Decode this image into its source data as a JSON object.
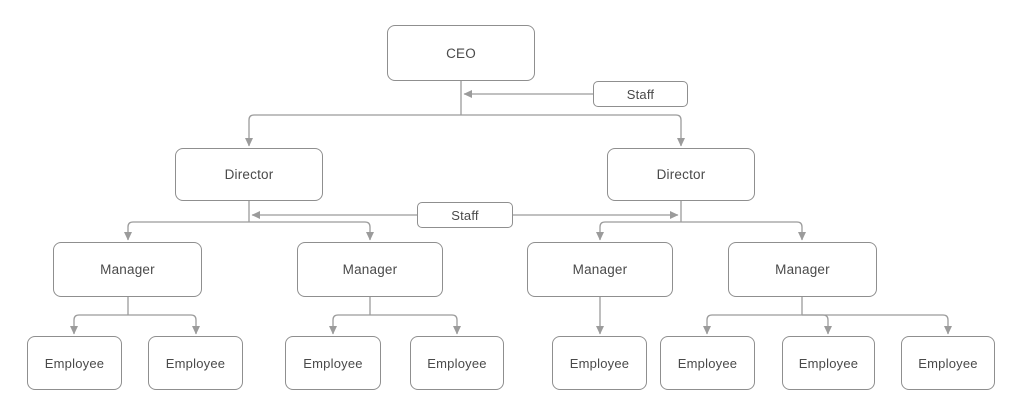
{
  "diagram": {
    "type": "org-chart",
    "colors": {
      "background": "#ffffff",
      "box_fill": "#ffffff",
      "box_border": "#8f8f8f",
      "line": "#9b9b9b",
      "text": "#4a4a4a"
    },
    "nodes": [
      {
        "id": "ceo",
        "label": "CEO",
        "level": 1
      },
      {
        "id": "staff-ceo",
        "label": "Staff",
        "level": 1,
        "role": "staff-assistant"
      },
      {
        "id": "director-left",
        "label": "Director",
        "level": 2
      },
      {
        "id": "director-right",
        "label": "Director",
        "level": 2
      },
      {
        "id": "staff-directors",
        "label": "Staff",
        "level": 2,
        "role": "staff-assistant"
      },
      {
        "id": "manager-1",
        "label": "Manager",
        "level": 3
      },
      {
        "id": "manager-2",
        "label": "Manager",
        "level": 3
      },
      {
        "id": "manager-3",
        "label": "Manager",
        "level": 3
      },
      {
        "id": "manager-4",
        "label": "Manager",
        "level": 3
      },
      {
        "id": "employee-1",
        "label": "Employee",
        "level": 4
      },
      {
        "id": "employee-2",
        "label": "Employee",
        "level": 4
      },
      {
        "id": "employee-3",
        "label": "Employee",
        "level": 4
      },
      {
        "id": "employee-4",
        "label": "Employee",
        "level": 4
      },
      {
        "id": "employee-5",
        "label": "Employee",
        "level": 4
      },
      {
        "id": "employee-6",
        "label": "Employee",
        "level": 4
      },
      {
        "id": "employee-7",
        "label": "Employee",
        "level": 4
      },
      {
        "id": "employee-8",
        "label": "Employee",
        "level": 4
      }
    ],
    "edges": [
      {
        "from": "ceo",
        "to": "director-left",
        "type": "reports"
      },
      {
        "from": "ceo",
        "to": "director-right",
        "type": "reports"
      },
      {
        "from": "staff-ceo",
        "to": "ceo",
        "type": "staff-assistant"
      },
      {
        "from": "staff-directors",
        "to": "director-left",
        "type": "staff-assistant"
      },
      {
        "from": "staff-directors",
        "to": "director-right",
        "type": "staff-assistant"
      },
      {
        "from": "director-left",
        "to": "manager-1",
        "type": "reports"
      },
      {
        "from": "director-left",
        "to": "manager-2",
        "type": "reports"
      },
      {
        "from": "director-right",
        "to": "manager-3",
        "type": "reports"
      },
      {
        "from": "director-right",
        "to": "manager-4",
        "type": "reports"
      },
      {
        "from": "manager-1",
        "to": "employee-1",
        "type": "reports"
      },
      {
        "from": "manager-1",
        "to": "employee-2",
        "type": "reports"
      },
      {
        "from": "manager-2",
        "to": "employee-3",
        "type": "reports"
      },
      {
        "from": "manager-2",
        "to": "employee-4",
        "type": "reports"
      },
      {
        "from": "manager-3",
        "to": "employee-5",
        "type": "reports"
      },
      {
        "from": "manager-4",
        "to": "employee-6",
        "type": "reports"
      },
      {
        "from": "manager-4",
        "to": "employee-7",
        "type": "reports"
      },
      {
        "from": "manager-4",
        "to": "employee-8",
        "type": "reports"
      }
    ]
  }
}
